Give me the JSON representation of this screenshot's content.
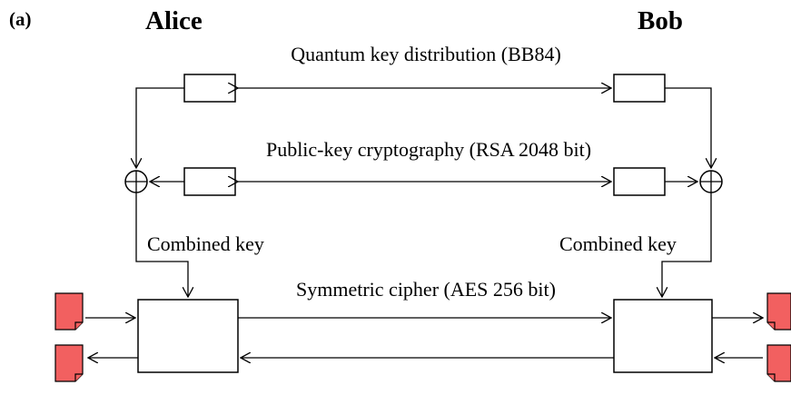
{
  "panel_label": "(a)",
  "parties": {
    "left": "Alice",
    "right": "Bob"
  },
  "channels": {
    "qkd": "Quantum key distribution (BB84)",
    "pkc": "Public-key cryptography (RSA 2048 bit)",
    "symmetric": "Symmetric cipher (AES 256 bit)"
  },
  "combined_key_left": "Combined key",
  "combined_key_right": "Combined key",
  "colors": {
    "document_fill": "#f26060",
    "stroke": "#000000"
  },
  "icons": {
    "xor": "xor-circle-plus-icon",
    "document": "document-icon"
  }
}
